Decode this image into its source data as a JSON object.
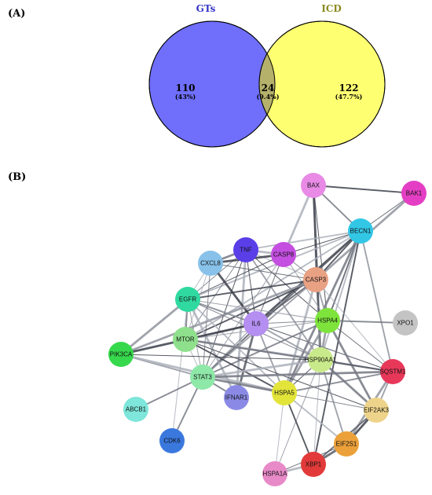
{
  "panel_a": {
    "label": "(A)",
    "sets": [
      {
        "name": "GTs",
        "color": "#3535c8",
        "fill": "#6f6ffb"
      },
      {
        "name": "ICD",
        "color": "#8a8a1e",
        "fill": "#ffff72"
      }
    ],
    "regions": [
      {
        "count": "110",
        "percent": "(43%)"
      },
      {
        "count": "24",
        "percent": "(9.4%)"
      },
      {
        "count": "122",
        "percent": "(47.7%)"
      }
    ],
    "overlap_fill": "#b5b16b"
  },
  "panel_b": {
    "label": "(B)",
    "nodes": [
      {
        "id": "BAX",
        "label": "BAX",
        "color": "#e88ae6"
      },
      {
        "id": "BAK1",
        "label": "BAK1",
        "color": "#e43fc4"
      },
      {
        "id": "BECN1",
        "label": "BECN1",
        "color": "#33c7e6"
      },
      {
        "id": "TNF",
        "label": "TNF",
        "color": "#5a3fe8"
      },
      {
        "id": "CASP8",
        "label": "CASP8",
        "color": "#c44fe0"
      },
      {
        "id": "CXCL8",
        "label": "CXCL8",
        "color": "#88c2ea"
      },
      {
        "id": "CASP3",
        "label": "CASP3",
        "color": "#e9a184"
      },
      {
        "id": "EGFR",
        "label": "EGFR",
        "color": "#30d9a0"
      },
      {
        "id": "IL6",
        "label": "IL6",
        "color": "#b48ef0"
      },
      {
        "id": "HSPA4",
        "label": "HSPA4",
        "color": "#7ee43c"
      },
      {
        "id": "XPO1",
        "label": "XPO1",
        "color": "#c4c4c4"
      },
      {
        "id": "MTOR",
        "label": "MTOR",
        "color": "#8fe08c"
      },
      {
        "id": "HSP90AA1",
        "label": "HSP90AA1",
        "color": "#c9ea8a"
      },
      {
        "id": "PIK3CA",
        "label": "PIK3CA",
        "color": "#36d84c"
      },
      {
        "id": "SQSTM1",
        "label": "SQSTM1",
        "color": "#e8385a"
      },
      {
        "id": "STAT3",
        "label": "STAT3",
        "color": "#8ee8a8"
      },
      {
        "id": "HSPA5",
        "label": "HSPA5",
        "color": "#e2e43a"
      },
      {
        "id": "IFNAR1",
        "label": "IFNAR1",
        "color": "#8a8ae6"
      },
      {
        "id": "ABCB1",
        "label": "ABCB1",
        "color": "#7ee6da"
      },
      {
        "id": "EIF2AK3",
        "label": "EIF2AK3",
        "color": "#eed48a"
      },
      {
        "id": "CDK6",
        "label": "CDK6",
        "color": "#3a78de"
      },
      {
        "id": "EIF2S1",
        "label": "EIF2S1",
        "color": "#eba03a"
      },
      {
        "id": "XBP1",
        "label": "XBP1",
        "color": "#e23a3a"
      },
      {
        "id": "HSPA1A",
        "label": "HSPA1A",
        "color": "#e88ac8"
      }
    ],
    "edges": [
      [
        "BAX",
        "BAK1"
      ],
      [
        "BAX",
        "BECN1"
      ],
      [
        "BAX",
        "CASP3"
      ],
      [
        "BAX",
        "CASP8"
      ],
      [
        "BAX",
        "HSPA4"
      ],
      [
        "BAX",
        "HSP90AA1"
      ],
      [
        "BAK1",
        "BECN1"
      ],
      [
        "BAK1",
        "CASP3"
      ],
      [
        "BECN1",
        "CASP3"
      ],
      [
        "BECN1",
        "CASP8"
      ],
      [
        "BECN1",
        "HSPA4"
      ],
      [
        "BECN1",
        "HSP90AA1"
      ],
      [
        "BECN1",
        "IL6"
      ],
      [
        "BECN1",
        "MTOR"
      ],
      [
        "BECN1",
        "EGFR"
      ],
      [
        "BECN1",
        "SQSTM1"
      ],
      [
        "BECN1",
        "HSPA5"
      ],
      [
        "BECN1",
        "STAT3"
      ],
      [
        "BECN1",
        "XBP1"
      ],
      [
        "BECN1",
        "TNF"
      ],
      [
        "TNF",
        "CASP8"
      ],
      [
        "TNF",
        "CASP3"
      ],
      [
        "TNF",
        "CXCL8"
      ],
      [
        "TNF",
        "EGFR"
      ],
      [
        "TNF",
        "IL6"
      ],
      [
        "TNF",
        "MTOR"
      ],
      [
        "TNF",
        "STAT3"
      ],
      [
        "TNF",
        "HSPA4"
      ],
      [
        "TNF",
        "HSP90AA1"
      ],
      [
        "TNF",
        "IFNAR1"
      ],
      [
        "CASP8",
        "CASP3"
      ],
      [
        "CASP8",
        "IL6"
      ],
      [
        "CASP8",
        "EGFR"
      ],
      [
        "CASP8",
        "STAT3"
      ],
      [
        "CASP8",
        "HSPA4"
      ],
      [
        "CASP8",
        "CXCL8"
      ],
      [
        "CXCL8",
        "EGFR"
      ],
      [
        "CXCL8",
        "IL6"
      ],
      [
        "CXCL8",
        "STAT3"
      ],
      [
        "CXCL8",
        "MTOR"
      ],
      [
        "CXCL8",
        "CASP3"
      ],
      [
        "CASP3",
        "EGFR"
      ],
      [
        "CASP3",
        "IL6"
      ],
      [
        "CASP3",
        "HSPA4"
      ],
      [
        "CASP3",
        "HSP90AA1"
      ],
      [
        "CASP3",
        "MTOR"
      ],
      [
        "CASP3",
        "STAT3"
      ],
      [
        "CASP3",
        "HSPA5"
      ],
      [
        "CASP3",
        "SQSTM1"
      ],
      [
        "CASP3",
        "PIK3CA"
      ],
      [
        "EGFR",
        "IL6"
      ],
      [
        "EGFR",
        "MTOR"
      ],
      [
        "EGFR",
        "STAT3"
      ],
      [
        "EGFR",
        "PIK3CA"
      ],
      [
        "EGFR",
        "HSPA4"
      ],
      [
        "EGFR",
        "HSP90AA1"
      ],
      [
        "EGFR",
        "HSPA5"
      ],
      [
        "EGFR",
        "SQSTM1"
      ],
      [
        "EGFR",
        "CDK6"
      ],
      [
        "EGFR",
        "IFNAR1"
      ],
      [
        "IL6",
        "MTOR"
      ],
      [
        "IL6",
        "STAT3"
      ],
      [
        "IL6",
        "HSPA4"
      ],
      [
        "IL6",
        "HSP90AA1"
      ],
      [
        "IL6",
        "HSPA5"
      ],
      [
        "IL6",
        "PIK3CA"
      ],
      [
        "IL6",
        "IFNAR1"
      ],
      [
        "IL6",
        "SQSTM1"
      ],
      [
        "HSPA4",
        "XPO1"
      ],
      [
        "HSPA4",
        "HSP90AA1"
      ],
      [
        "HSPA4",
        "HSPA5"
      ],
      [
        "HSPA4",
        "SQSTM1"
      ],
      [
        "HSPA4",
        "EIF2AK3"
      ],
      [
        "HSPA4",
        "STAT3"
      ],
      [
        "HSPA4",
        "MTOR"
      ],
      [
        "MTOR",
        "STAT3"
      ],
      [
        "MTOR",
        "PIK3CA"
      ],
      [
        "MTOR",
        "HSP90AA1"
      ],
      [
        "MTOR",
        "HSPA5"
      ],
      [
        "MTOR",
        "SQSTM1"
      ],
      [
        "MTOR",
        "EIF2AK3"
      ],
      [
        "HSP90AA1",
        "HSPA5"
      ],
      [
        "HSP90AA1",
        "STAT3"
      ],
      [
        "HSP90AA1",
        "PIK3CA"
      ],
      [
        "HSP90AA1",
        "EIF2AK3"
      ],
      [
        "HSP90AA1",
        "SQSTM1"
      ],
      [
        "HSP90AA1",
        "EIF2S1"
      ],
      [
        "HSP90AA1",
        "XBP1"
      ],
      [
        "HSP90AA1",
        "HSPA1A"
      ],
      [
        "PIK3CA",
        "STAT3"
      ],
      [
        "PIK3CA",
        "HSPA5"
      ],
      [
        "STAT3",
        "ABCB1"
      ],
      [
        "STAT3",
        "CDK6"
      ],
      [
        "STAT3",
        "HSPA5"
      ],
      [
        "STAT3",
        "IFNAR1"
      ],
      [
        "STAT3",
        "SQSTM1"
      ],
      [
        "HSPA5",
        "SQSTM1"
      ],
      [
        "HSPA5",
        "EIF2AK3"
      ],
      [
        "HSPA5",
        "EIF2S1"
      ],
      [
        "HSPA5",
        "XBP1"
      ],
      [
        "HSPA5",
        "HSPA1A"
      ],
      [
        "SQSTM1",
        "EIF2AK3"
      ],
      [
        "SQSTM1",
        "EIF2S1"
      ],
      [
        "EIF2AK3",
        "EIF2S1"
      ],
      [
        "EIF2AK3",
        "XBP1"
      ],
      [
        "EIF2S1",
        "XBP1"
      ],
      [
        "EIF2S1",
        "HSPA1A"
      ],
      [
        "XBP1",
        "HSPA1A"
      ]
    ]
  }
}
